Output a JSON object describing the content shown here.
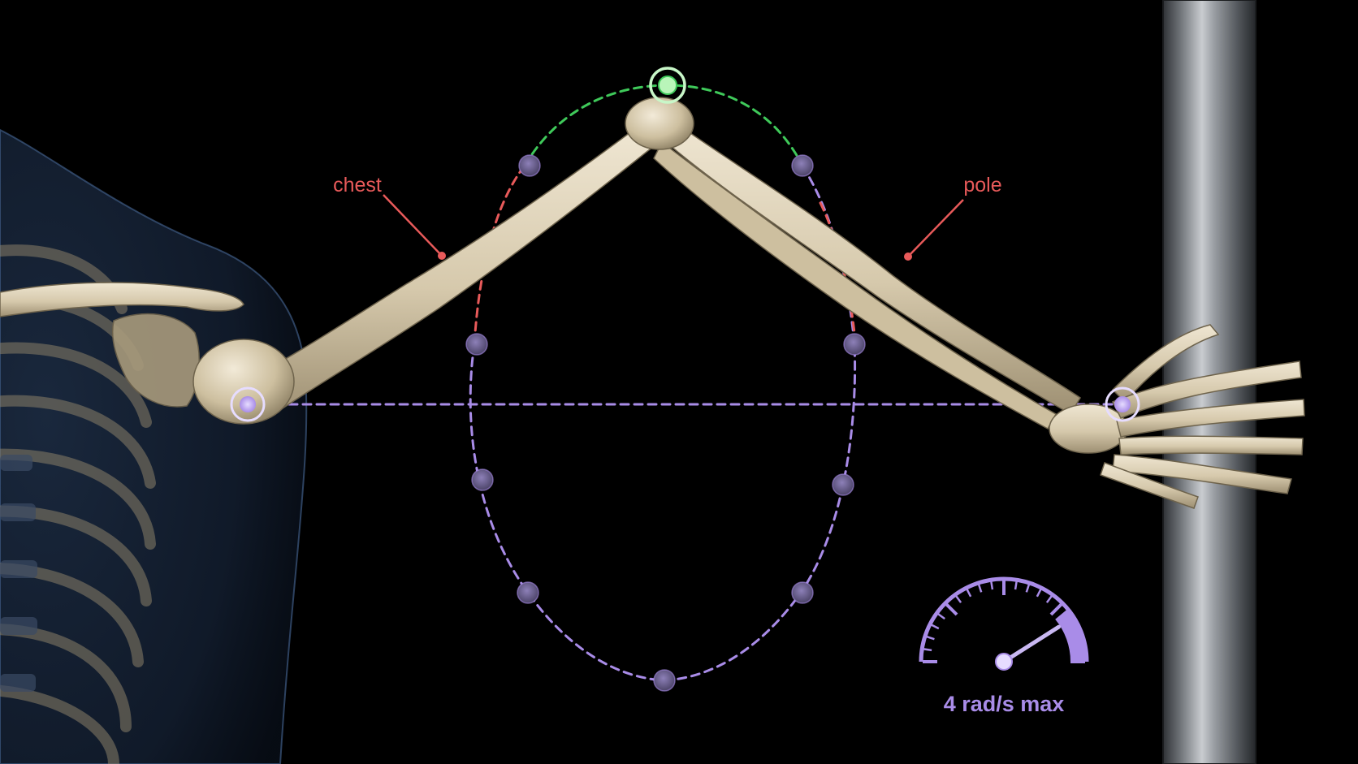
{
  "labels": {
    "chest": "chest",
    "pole": "pole",
    "gauge": "4 rad/s max"
  },
  "gauge": {
    "max_rad_per_s": 4,
    "needle_fraction": 0.82
  },
  "colors": {
    "background": "#000000",
    "bone": "#d8ccb0",
    "bone_shade": "#a89a7c",
    "chest_arc": "#e85a5a",
    "pole_arc": "#a98ce8",
    "top_arc": "#3fc95a",
    "guide": "#a98ce8",
    "handle": "#c9b8f2",
    "handle_top": "#b9f5b9",
    "body_silhouette": "#2a3b55",
    "pole_metal": "#8a8e93"
  },
  "icons": {
    "gauge": "speedometer-icon",
    "shoulder_handle": "joint-handle-icon",
    "wrist_handle": "joint-handle-icon",
    "elbow_handle": "elbow-target-icon"
  }
}
